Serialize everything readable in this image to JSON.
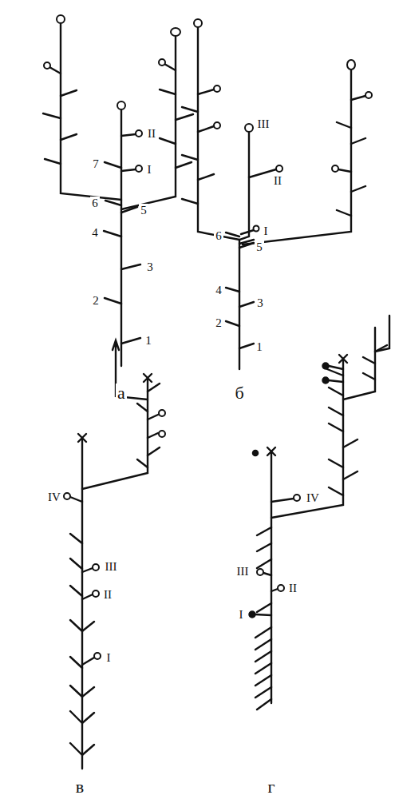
{
  "diagram": {
    "labels": [
      "1",
      "2",
      "3",
      "4",
      "5",
      "6",
      "7",
      "I",
      "II",
      "а",
      "1",
      "2",
      "3",
      "4",
      "5",
      "6",
      "I",
      "II",
      "III",
      "б",
      "I",
      "II",
      "III",
      "IV",
      "в",
      "I",
      "II",
      "III",
      "IV",
      "г"
    ]
  }
}
